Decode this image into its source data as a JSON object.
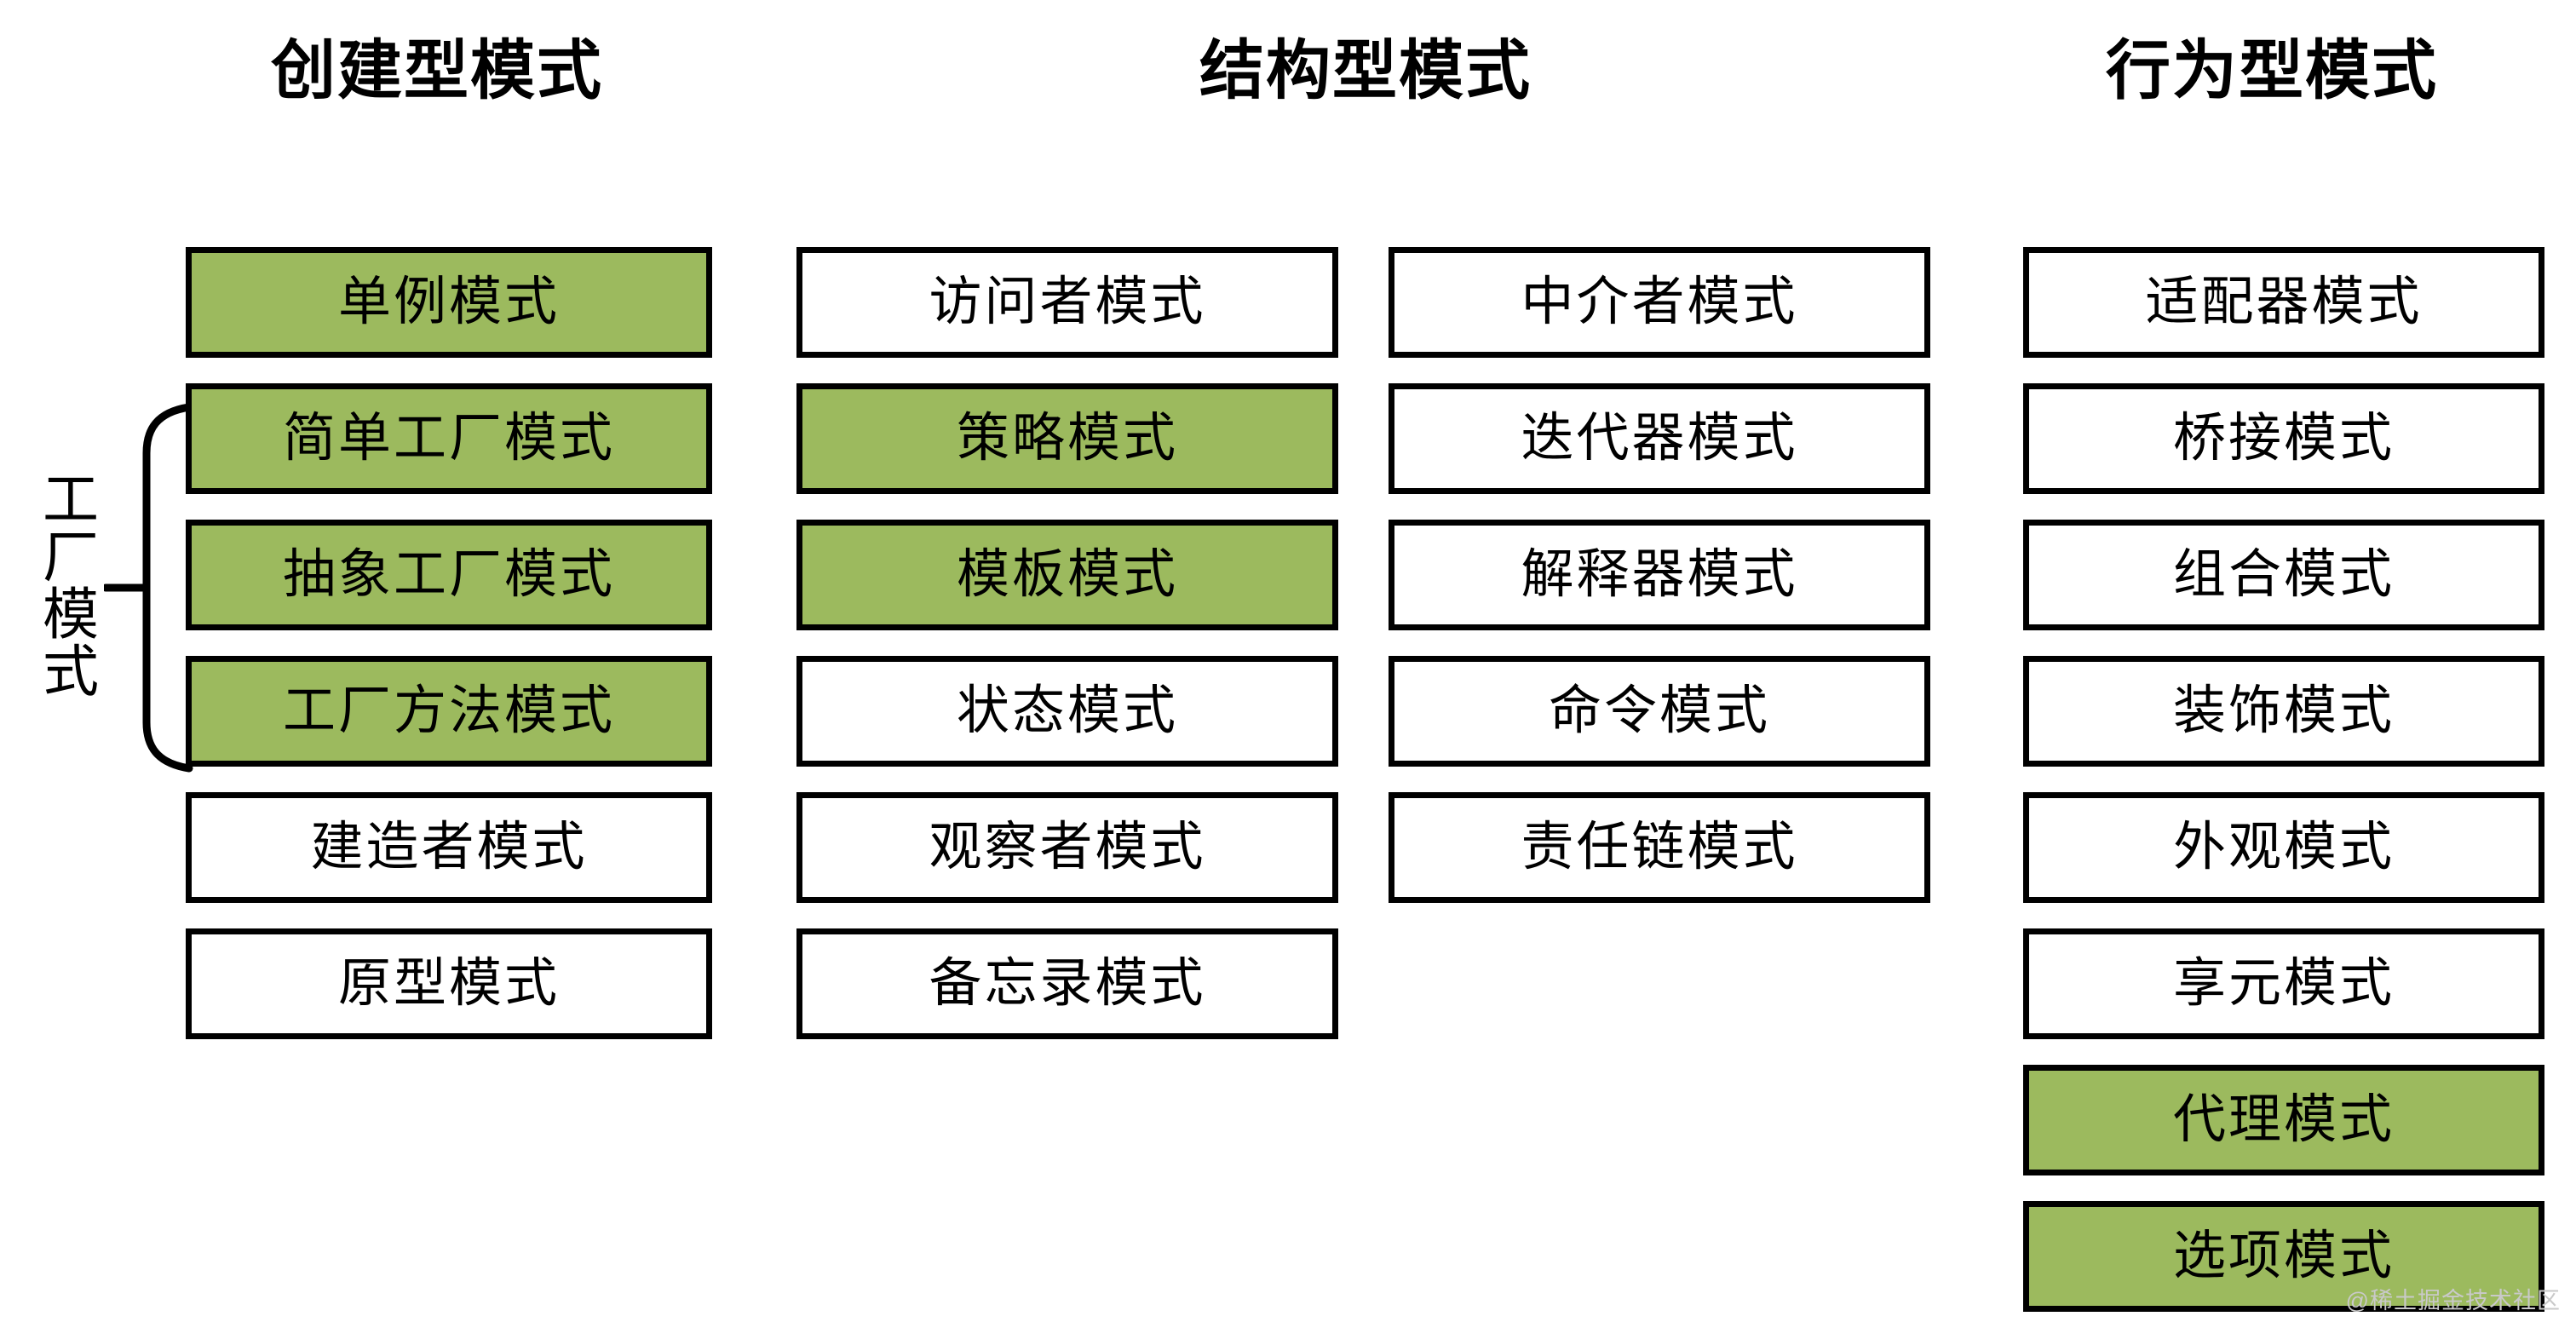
{
  "headers": {
    "creational": "创建型模式",
    "structural": "结构型模式",
    "behavioral": "行为型模式"
  },
  "group_label": {
    "chars": [
      "工",
      "厂",
      "模",
      "式"
    ],
    "full": "工厂模式"
  },
  "colors": {
    "highlight": "#9cba5e",
    "border": "#000000",
    "background": "#ffffff",
    "text": "#000000",
    "watermark": "#c9c9c9"
  },
  "columns": [
    {
      "id": "creational",
      "header": "创建型模式",
      "boxes": [
        {
          "label": "单例模式",
          "highlight": true
        },
        {
          "label": "简单工厂模式",
          "highlight": true
        },
        {
          "label": "抽象工厂模式",
          "highlight": true
        },
        {
          "label": "工厂方法模式",
          "highlight": true
        },
        {
          "label": "建造者模式",
          "highlight": false
        },
        {
          "label": "原型模式",
          "highlight": false
        }
      ]
    },
    {
      "id": "structural-left",
      "header": "结构型模式",
      "boxes": [
        {
          "label": "访问者模式",
          "highlight": false
        },
        {
          "label": "策略模式",
          "highlight": true
        },
        {
          "label": "模板模式",
          "highlight": true
        },
        {
          "label": "状态模式",
          "highlight": false
        },
        {
          "label": "观察者模式",
          "highlight": false
        },
        {
          "label": "备忘录模式",
          "highlight": false
        }
      ]
    },
    {
      "id": "structural-right",
      "header": "",
      "boxes": [
        {
          "label": "中介者模式",
          "highlight": false
        },
        {
          "label": "迭代器模式",
          "highlight": false
        },
        {
          "label": "解释器模式",
          "highlight": false
        },
        {
          "label": "命令模式",
          "highlight": false
        },
        {
          "label": "责任链模式",
          "highlight": false
        }
      ]
    },
    {
      "id": "behavioral",
      "header": "行为型模式",
      "boxes": [
        {
          "label": "适配器模式",
          "highlight": false
        },
        {
          "label": "桥接模式",
          "highlight": false
        },
        {
          "label": "组合模式",
          "highlight": false
        },
        {
          "label": "装饰模式",
          "highlight": false
        },
        {
          "label": "外观模式",
          "highlight": false
        },
        {
          "label": "享元模式",
          "highlight": false
        },
        {
          "label": "代理模式",
          "highlight": true
        },
        {
          "label": "选项模式",
          "highlight": true
        }
      ]
    }
  ],
  "watermark": "@稀土掘金技术社区"
}
